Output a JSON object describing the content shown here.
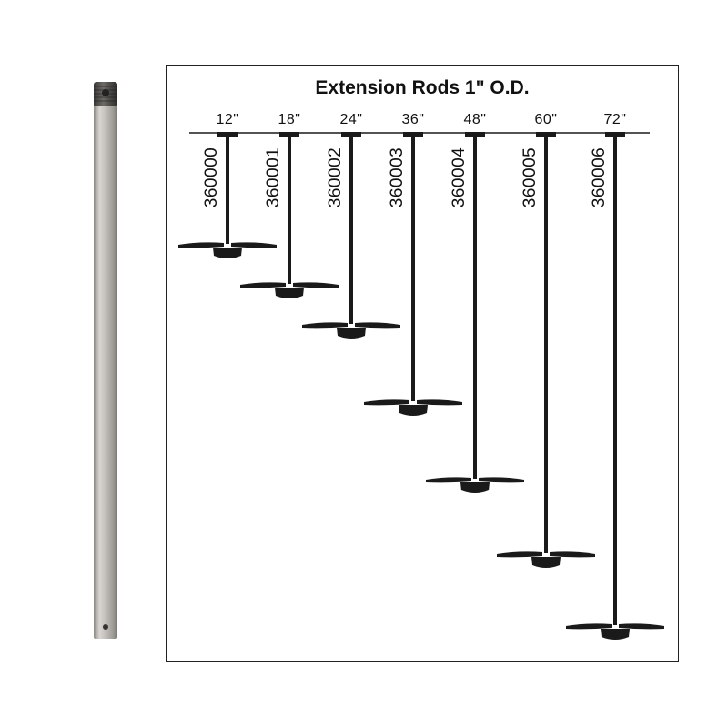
{
  "title": "Extension Rods 1\" O.D.",
  "colors": {
    "rod_metal": "#c4c0bb",
    "ink": "#1a1a1a",
    "border": "#222222"
  },
  "rods": [
    {
      "length": "12\"",
      "part": "360000"
    },
    {
      "length": "18\"",
      "part": "360001"
    },
    {
      "length": "24\"",
      "part": "360002"
    },
    {
      "length": "36\"",
      "part": "360003"
    },
    {
      "length": "48\"",
      "part": "360004"
    },
    {
      "length": "60\"",
      "part": "360005"
    },
    {
      "length": "72\"",
      "part": "360006"
    }
  ]
}
